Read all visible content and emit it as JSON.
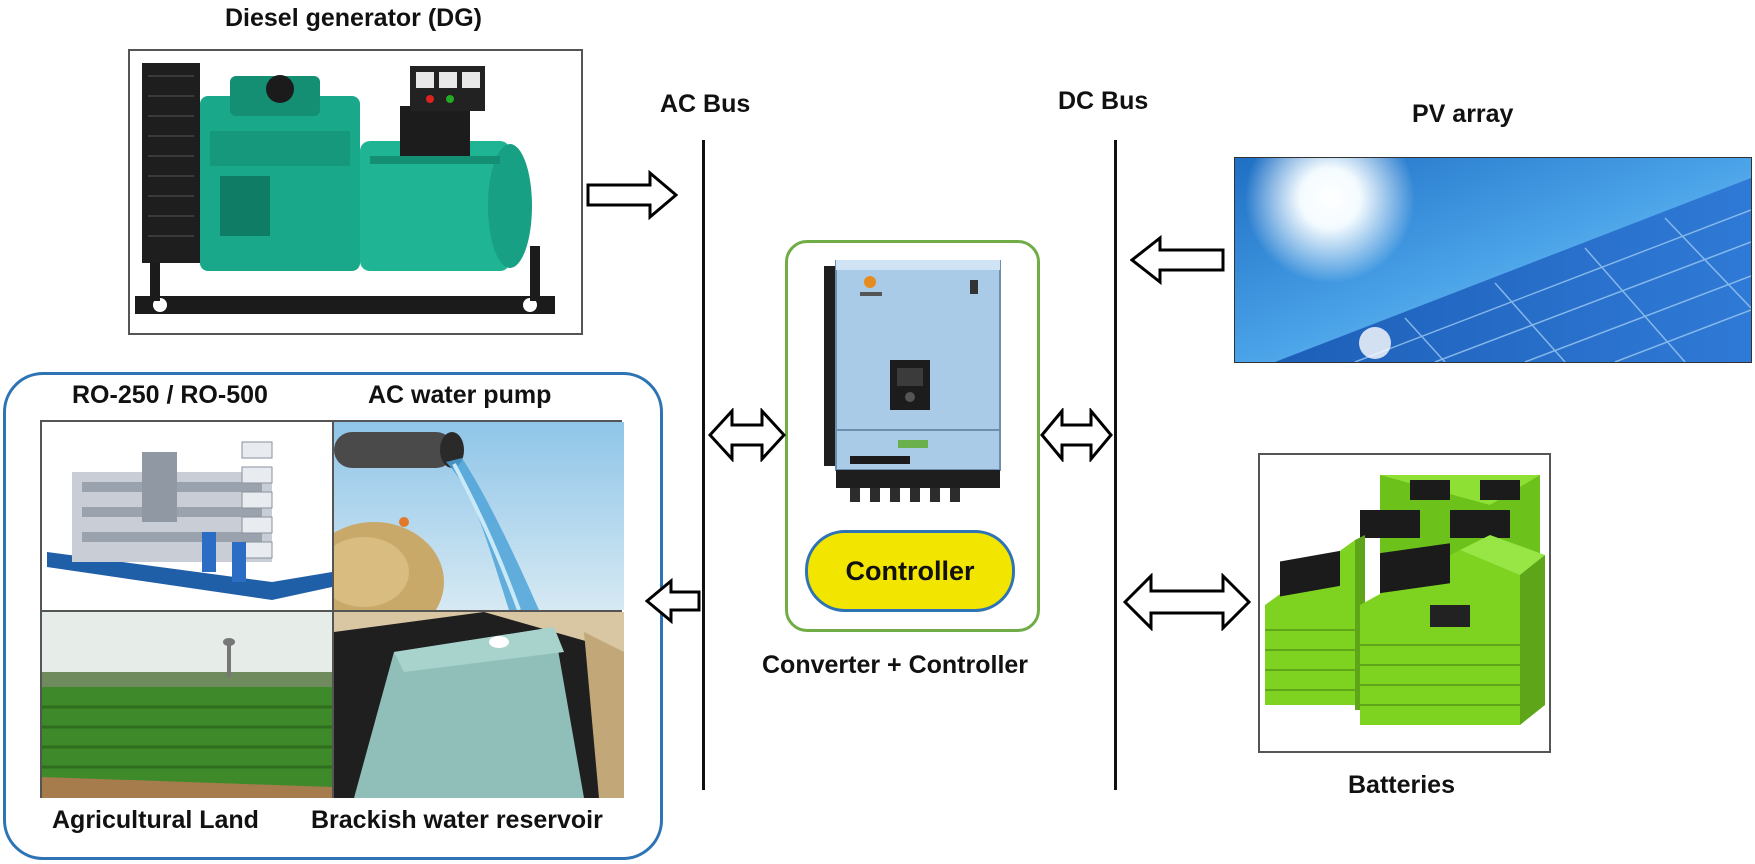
{
  "labels": {
    "dg": "Diesel generator (DG)",
    "ac_bus": "AC Bus",
    "dc_bus": "DC Bus",
    "pv": "PV array",
    "ro": "RO-250 / RO-500",
    "pump": "AC water pump",
    "land": "Agricultural Land",
    "reservoir": "Brackish water reservoir",
    "controller": "Controller",
    "converter": "Converter + Controller",
    "batteries": "Batteries"
  },
  "colors": {
    "load_group_border": "#2e74b5",
    "converter_border": "#70ad47",
    "controller_fill": "#f2e600",
    "controller_border": "#2e74b5",
    "generator_body": "#1aa88a",
    "battery_green": "#7ed321",
    "inverter_panel": "#a9cbe8",
    "pv_sky": "#2f8ed8"
  },
  "icons": {
    "arrow_right": "hollow-arrow-right-icon",
    "arrow_left": "hollow-arrow-left-icon",
    "arrow_both": "hollow-double-arrow-icon"
  }
}
